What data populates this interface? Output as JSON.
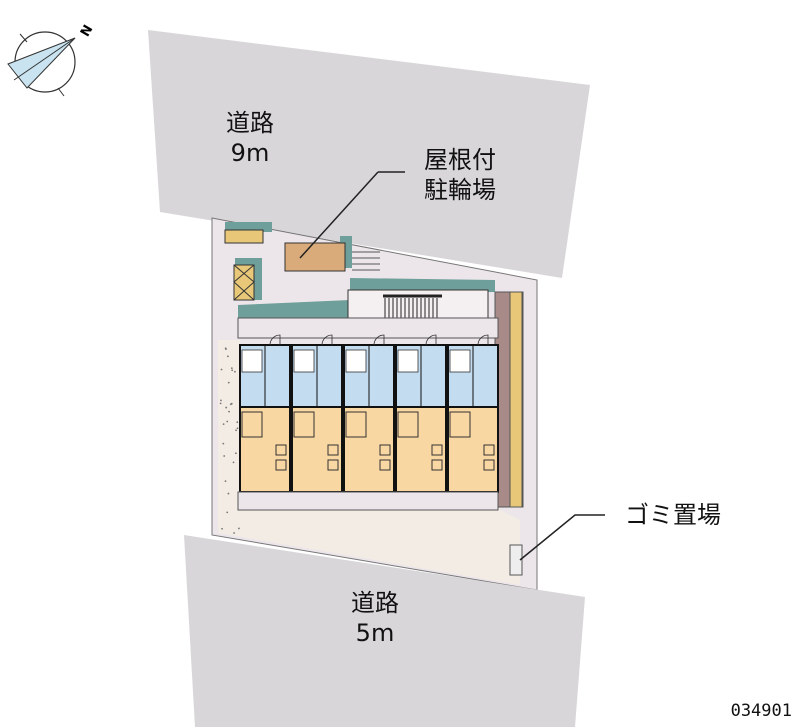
{
  "compass": {
    "north_label": "N"
  },
  "labels": {
    "road_top_name": "道路",
    "road_top_width": "9m",
    "bike_parking_line1": "屋根付",
    "bike_parking_line2": "駐輪場",
    "garbage": "ゴミ置場",
    "road_bottom_name": "道路",
    "road_bottom_width": "5m"
  },
  "property_code": "034901",
  "units_count": 5,
  "colors": {
    "road": "#d9d6da",
    "site": "#ece6ea",
    "teal": "#6f9f9a",
    "wet_area": "#c3dcf0",
    "room": "#f8d7a2",
    "gravel": "#f3ece4"
  }
}
